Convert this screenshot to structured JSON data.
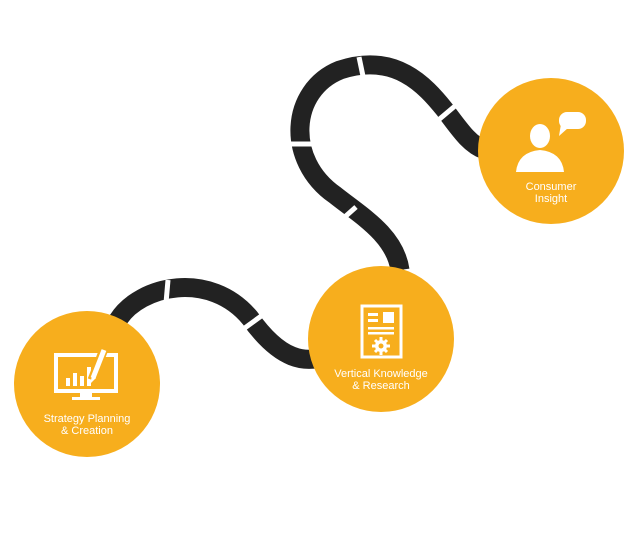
{
  "colors": {
    "accent": "#F7AE1D",
    "road": "#222222",
    "icon": "#ffffff"
  },
  "nodes": [
    {
      "id": "strategy",
      "icon": "monitor-chart-pen-icon",
      "line1": "Strategy Planning",
      "line2": "& Creation"
    },
    {
      "id": "vertical",
      "icon": "document-gear-icon",
      "line1": "Vertical Knowledge",
      "line2": "& Research"
    },
    {
      "id": "consumer",
      "icon": "person-speech-bubble-icon",
      "line1": "Consumer",
      "line2": "Insight"
    }
  ]
}
